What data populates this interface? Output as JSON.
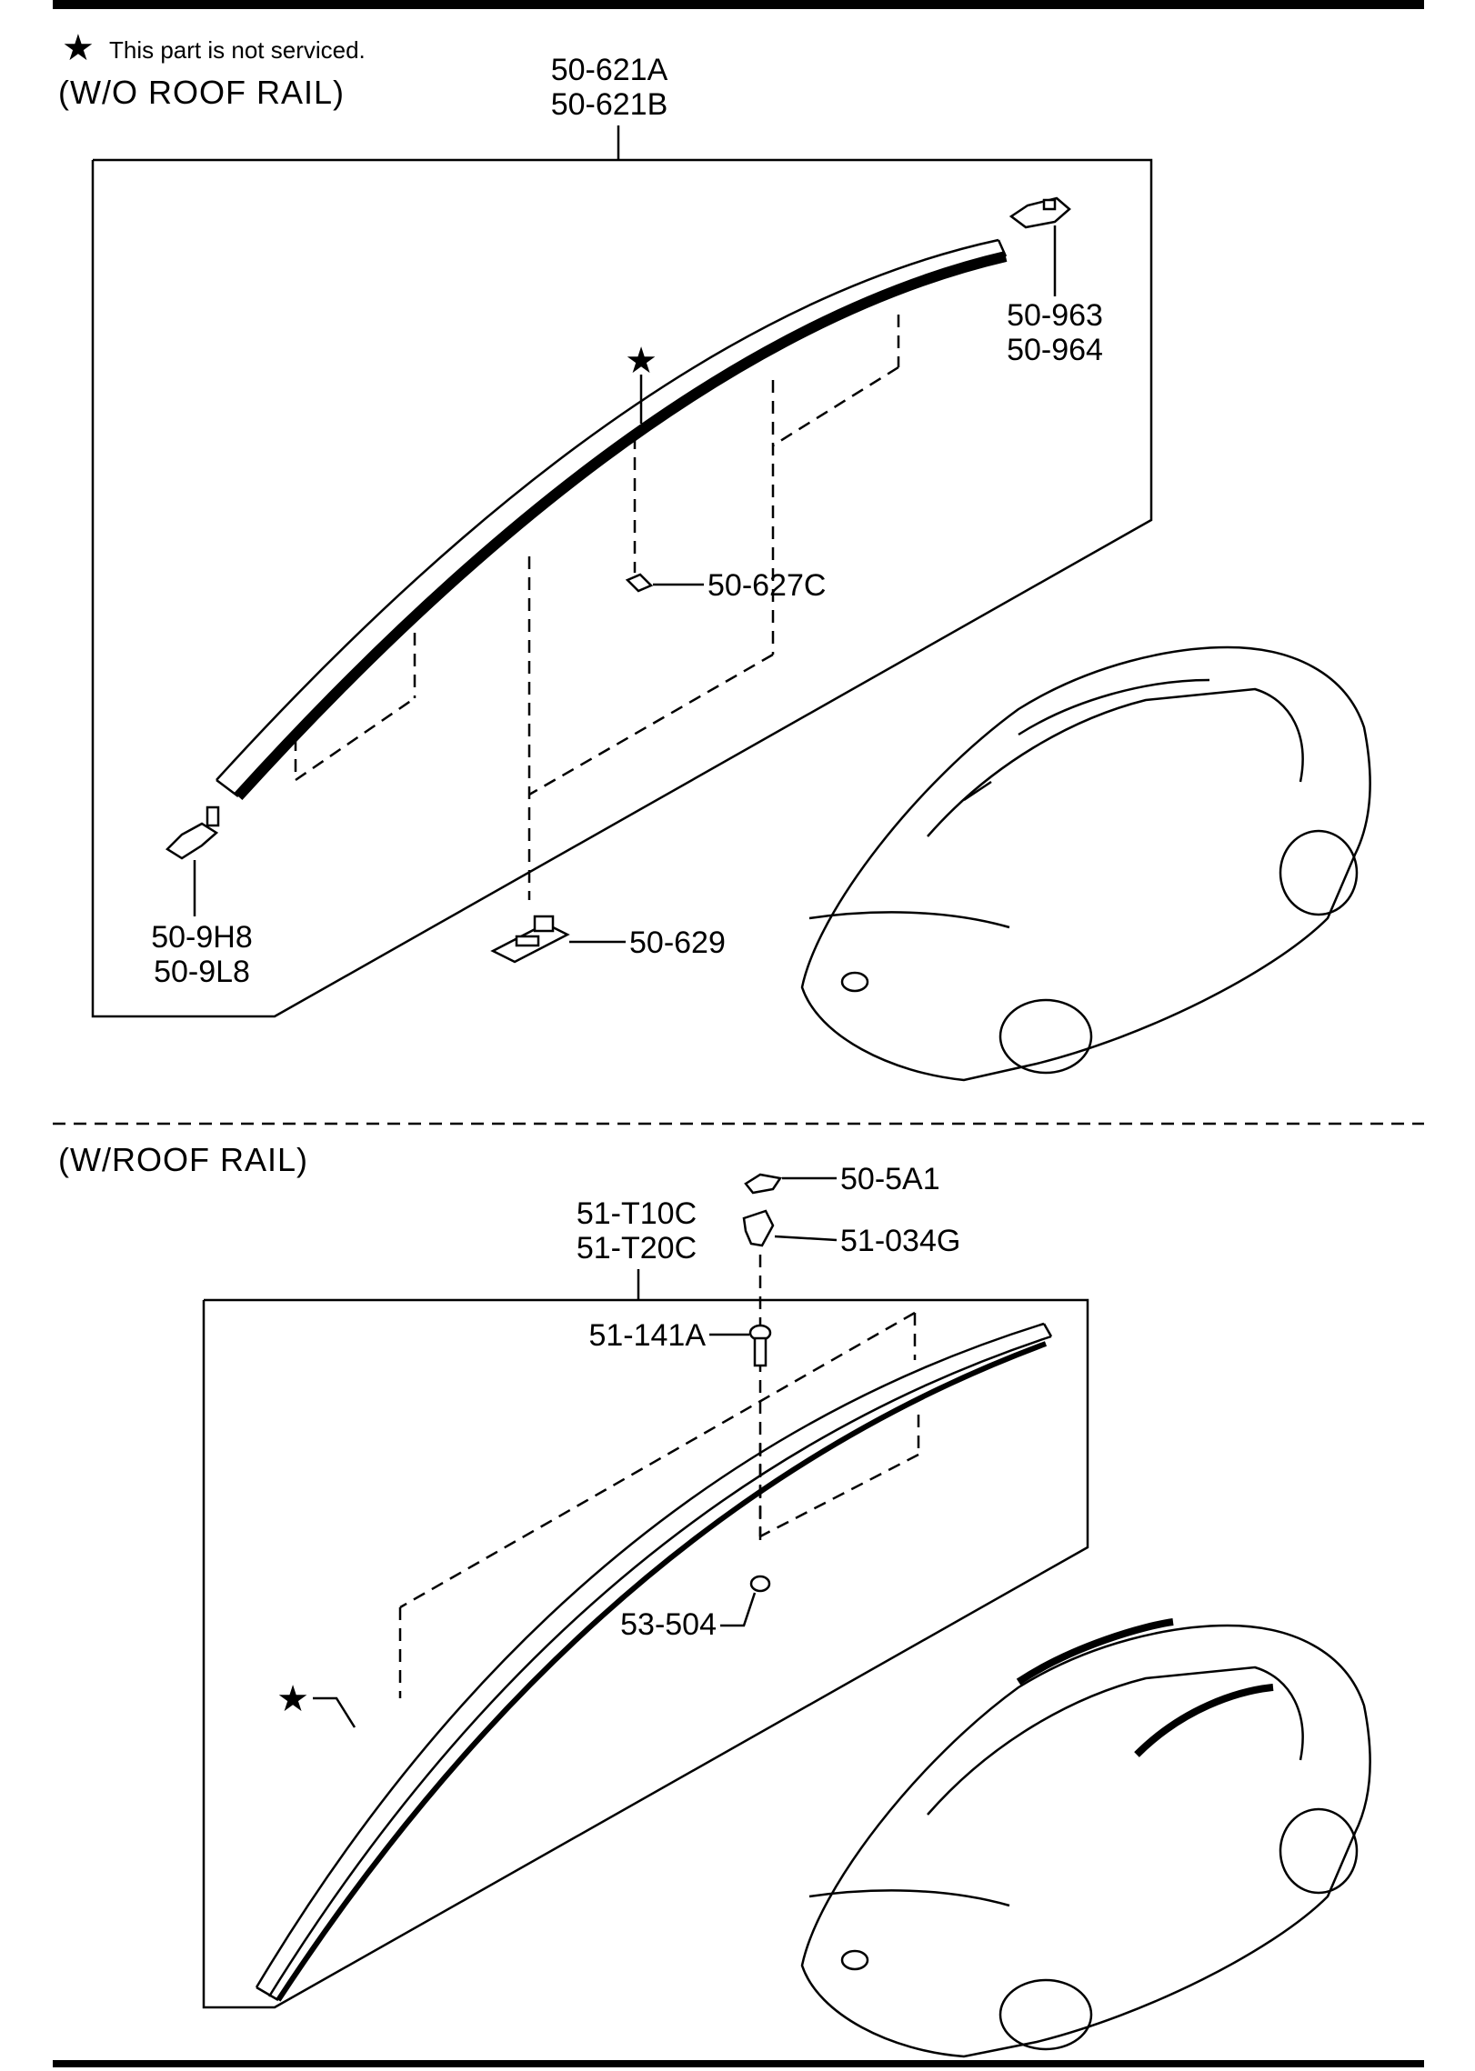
{
  "note": {
    "star": "★",
    "text": "This part is not serviced."
  },
  "sections": {
    "without_rail": {
      "heading": "(W/O ROOF RAIL)",
      "molding_labels": [
        "50-621A",
        "50-621B"
      ],
      "front_clip_labels": [
        "50-963",
        "50-964"
      ],
      "rear_clip_labels": [
        "50-9H8",
        "50-9L8"
      ],
      "fastener_label": "50-627C",
      "bracket_label": "50-629",
      "star": "★"
    },
    "with_rail": {
      "heading": "(W/ROOF RAIL)",
      "rail_labels": [
        "51-T10C",
        "51-T20C"
      ],
      "cap_label": "50-5A1",
      "cover_label": "51-034G",
      "bolt_label": "51-141A",
      "nut_label": "53-504",
      "star": "★"
    }
  }
}
